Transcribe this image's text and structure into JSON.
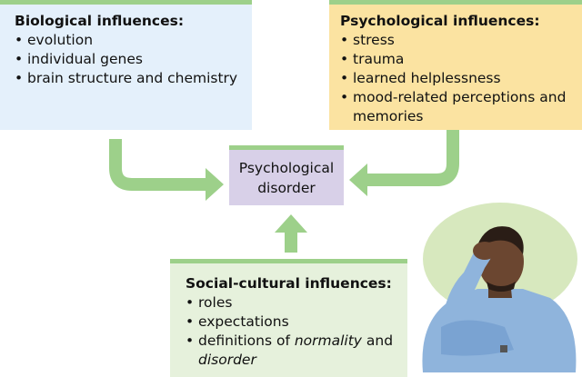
{
  "biological": {
    "title": "Biological influences:",
    "items": [
      "evolution",
      "individual genes",
      "brain structure and chemistry"
    ]
  },
  "psychological": {
    "title": "Psychological influences:",
    "items": [
      "stress",
      "trauma",
      "learned helplessness",
      "mood-related perceptions and memories"
    ]
  },
  "center": {
    "line1": "Psychological",
    "line2": "disorder"
  },
  "social": {
    "title": "Social-cultural influences:",
    "items": [
      "roles",
      "expectations"
    ],
    "last_item": {
      "pre": "definitions of ",
      "italic1": "normality",
      "mid": " and",
      "italic2": "disorder"
    }
  },
  "colors": {
    "arrow": "#9dd08a",
    "bio_bg": "#e4f0fb",
    "psy_bg": "#fbe3a1",
    "center_bg": "#d8d0e8",
    "soc_bg": "#e6f1dc"
  }
}
